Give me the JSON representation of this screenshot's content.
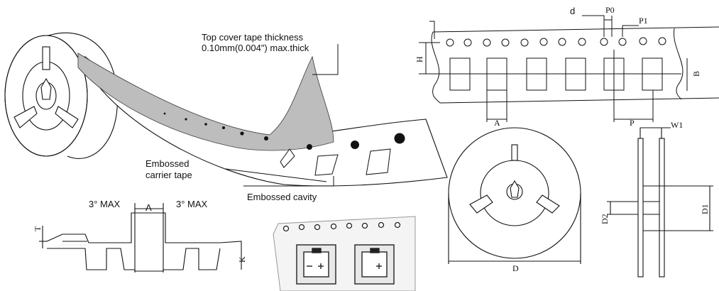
{
  "reel_tape": {
    "cover_tape_line1": "Top cover tape thickness",
    "cover_tape_line2": "0.10mm(0.004\") max.thick",
    "embossed_carrier_line1": "Embossed",
    "embossed_carrier_line2": "carrier tape",
    "embossed_cavity": "Embossed cavity"
  },
  "tape_top_view": {
    "d": "d",
    "p0": "P0",
    "p1": "P1",
    "h": "H",
    "b": "B",
    "a": "A",
    "p": "P"
  },
  "reel_dims": {
    "w1": "W1",
    "d": "D",
    "d1": "D1",
    "d2": "D2"
  },
  "cross_section": {
    "angle_left": "3° MAX",
    "a": "A",
    "angle_right": "3° MAX",
    "t": "T",
    "k": "K"
  },
  "colors": {
    "cover_tape": "#bdbdbd",
    "line": "#111111",
    "photo_bg": "#f4f4f4"
  }
}
